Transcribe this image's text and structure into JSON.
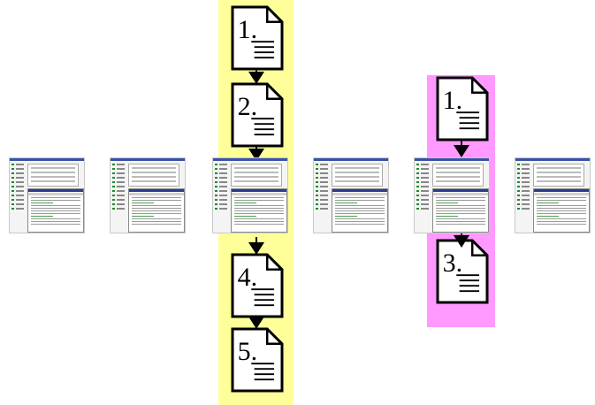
{
  "colors": {
    "band_yellow": "#ffff99",
    "band_magenta": "#ff99ff",
    "doc_fill": "#ffffff",
    "doc_stroke": "#000000",
    "arrow": "#000000"
  },
  "icons": {
    "document": "document-icon",
    "arrow": "down-arrow-icon",
    "screenshot": "screenshot-thumbnail"
  },
  "diagram": {
    "yellow_column_docs": [
      "1.",
      "2.",
      "4.",
      "5."
    ],
    "magenta_column_docs": [
      "1.",
      "3."
    ],
    "thumbnail_count": 6
  }
}
